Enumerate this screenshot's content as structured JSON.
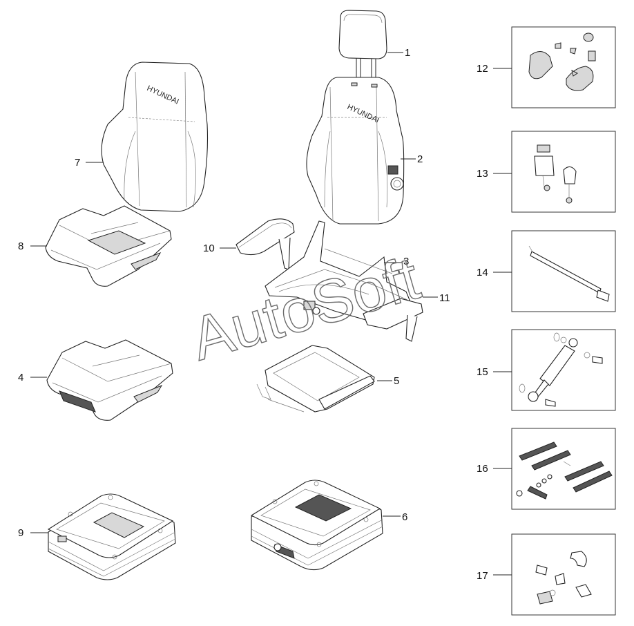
{
  "watermark": "AutoSoft",
  "brand_text": "HYUNDAI",
  "callouts": [
    "1",
    "2",
    "3",
    "4",
    "5",
    "6",
    "7",
    "8",
    "9",
    "10",
    "11",
    "12",
    "13",
    "14",
    "15",
    "16",
    "17"
  ]
}
